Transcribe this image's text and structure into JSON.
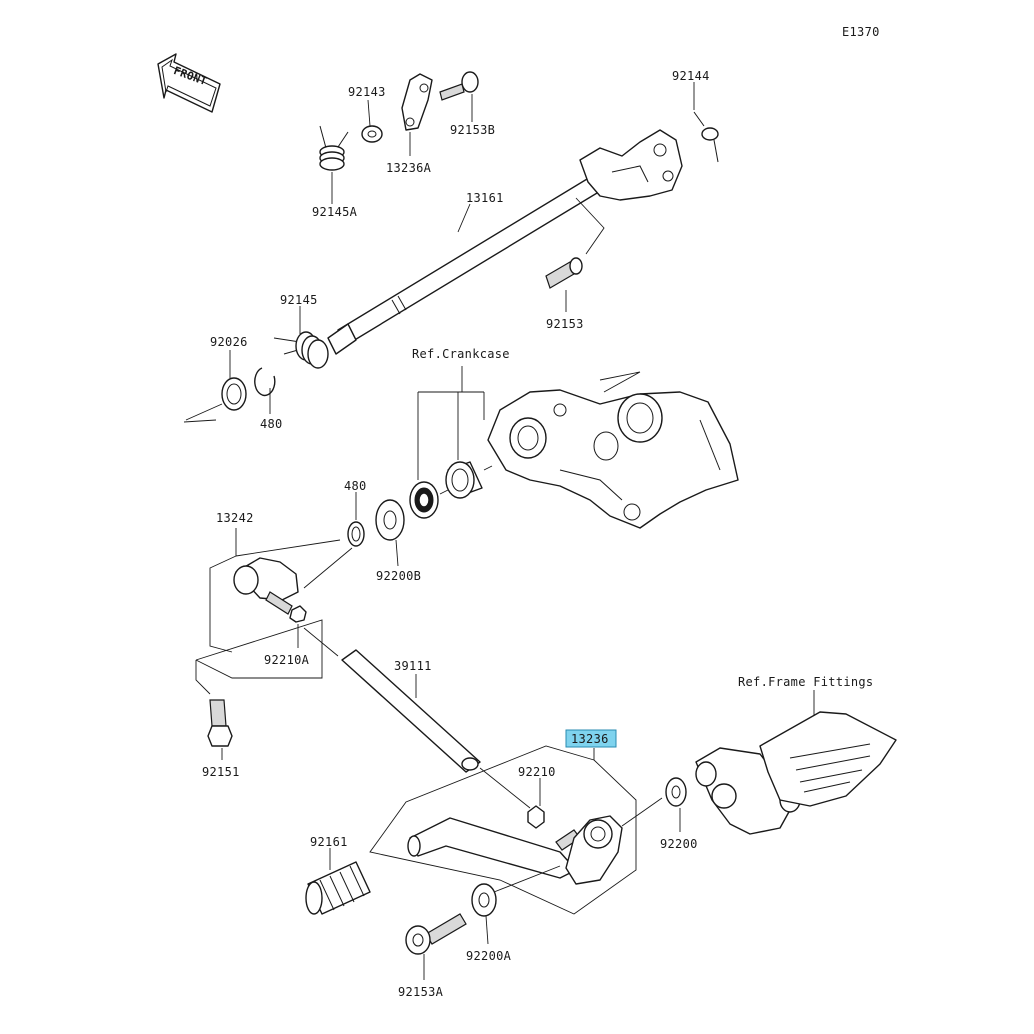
{
  "diagram_code": "E1370",
  "front_marker": "FRONT",
  "highlight_color": "#7fd3ee",
  "references": {
    "crankcase": "Ref.Crankcase",
    "frame_fittings": "Ref.Frame Fittings"
  },
  "parts": {
    "p92143": "92143",
    "p92153B": "92153B",
    "p13236A": "13236A",
    "p92145A": "92145A",
    "p92144": "92144",
    "p13161": "13161",
    "p92153": "92153",
    "p92145": "92145",
    "p92026": "92026",
    "p480_top": "480",
    "p480_mid": "480",
    "p92200B": "92200B",
    "p13242": "13242",
    "p92210A": "92210A",
    "p39111": "39111",
    "p92151": "92151",
    "p13236": "13236",
    "p92210": "92210",
    "p92200": "92200",
    "p92161": "92161",
    "p92153A": "92153A",
    "p92200A": "92200A"
  }
}
